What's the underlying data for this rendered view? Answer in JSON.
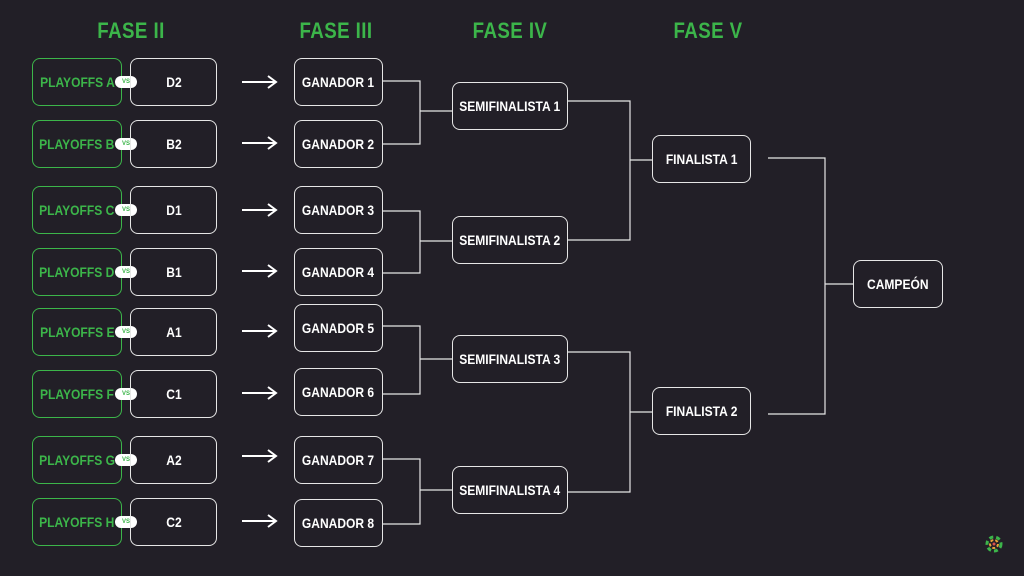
{
  "phases": [
    "FASE II",
    "FASE III",
    "FASE IV",
    "FASE V"
  ],
  "rows": [
    {
      "playoff": "PLAYOFFS A",
      "seed": "D2",
      "winner": "GANADOR 1"
    },
    {
      "playoff": "PLAYOFFS B",
      "seed": "B2",
      "winner": "GANADOR 2"
    },
    {
      "playoff": "PLAYOFFS C",
      "seed": "D1",
      "winner": "GANADOR 3"
    },
    {
      "playoff": "PLAYOFFS D",
      "seed": "B1",
      "winner": "GANADOR 4"
    },
    {
      "playoff": "PLAYOFFS E",
      "seed": "A1",
      "winner": "GANADOR 5"
    },
    {
      "playoff": "PLAYOFFS F",
      "seed": "C1",
      "winner": "GANADOR 6"
    },
    {
      "playoff": "PLAYOFFS G",
      "seed": "A2",
      "winner": "GANADOR 7"
    },
    {
      "playoff": "PLAYOFFS H",
      "seed": "C2",
      "winner": "GANADOR 8"
    }
  ],
  "vs_label": "VS",
  "semifinals": [
    "SEMIFINALISTA 1",
    "SEMIFINALISTA 2",
    "SEMIFINALISTA 3",
    "SEMIFINALISTA 4"
  ],
  "finals": [
    "FINALISTA 1",
    "FINALISTA 2"
  ],
  "champion": "CAMPEÓN",
  "colors": {
    "accent": "#3cb54a",
    "background": "#221f27",
    "line": "#e6e6e6"
  },
  "icons": {
    "arrow": "right-arrow-icon",
    "logo": "logo-icon"
  }
}
